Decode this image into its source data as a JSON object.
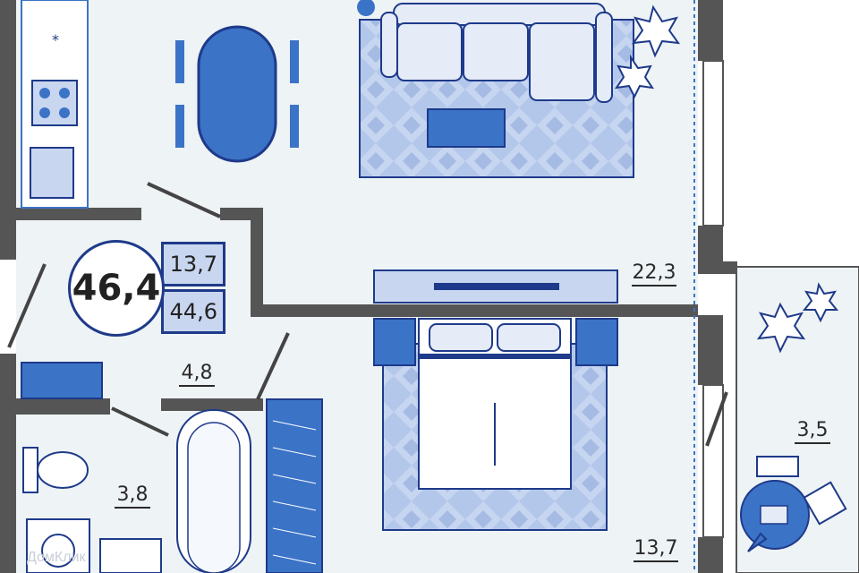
{
  "plan": {
    "total_area": "46,4",
    "living_area": "13,7",
    "second_area": "44,6"
  },
  "rooms": {
    "living_room": "22,3",
    "bedroom": "13,7",
    "balcony": "3,5",
    "hallway": "4,8",
    "bathroom": "3,8"
  },
  "watermark": "ДомКлик",
  "colors": {
    "wall": "#555555",
    "floor": "#eef3f5",
    "furniture_blue": "#3b73c7",
    "rug": "#a9c0e8",
    "outline": "#1e3a8a"
  }
}
